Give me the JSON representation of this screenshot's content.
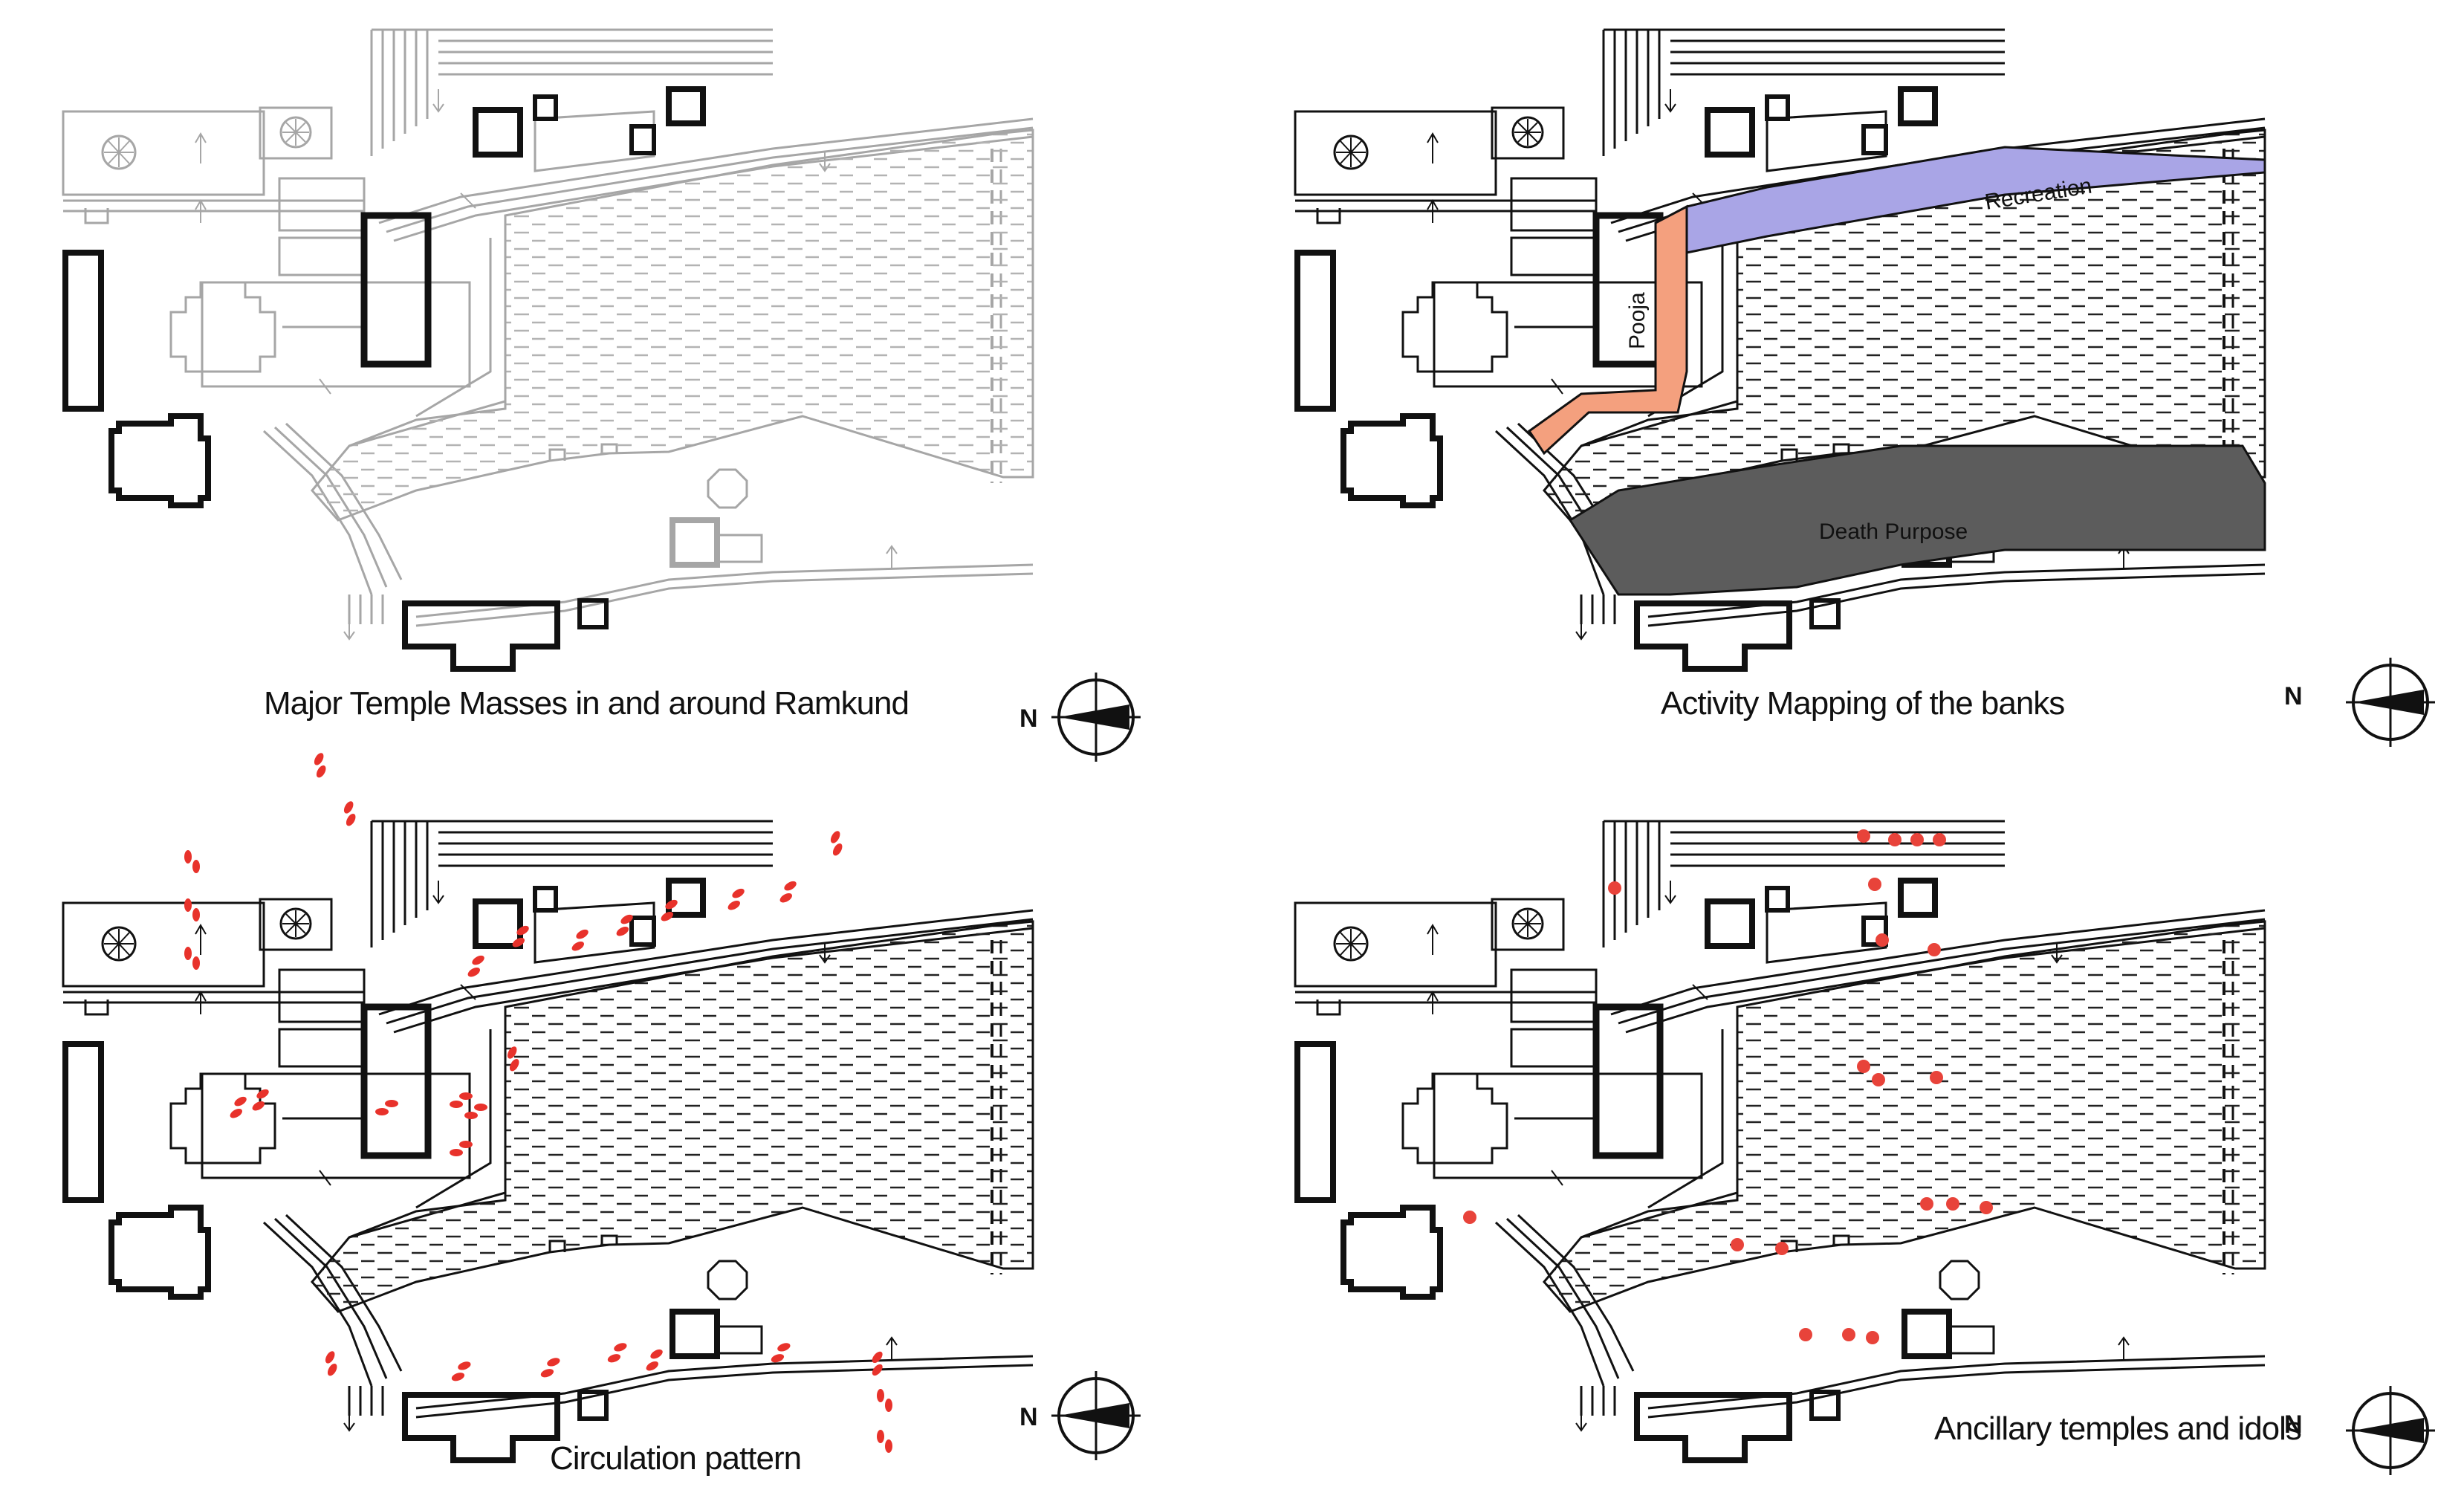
{
  "panels": [
    {
      "id": "temple-masses",
      "caption": "Major Temple Masses in and around Ramkund"
    },
    {
      "id": "activity-mapping",
      "caption": "Activity Mapping of the banks"
    },
    {
      "id": "circulation",
      "caption": "Circulation pattern"
    },
    {
      "id": "ancillary",
      "caption": "Ancillary temples and idols"
    }
  ],
  "compass": {
    "north_label": "N"
  },
  "activity_zones": [
    {
      "label": "Recreation",
      "color": "#a9a5e6"
    },
    {
      "label": "Pooja",
      "color": "#f4a07e"
    },
    {
      "label": "Death Purpose",
      "color": "#5c5c5c"
    }
  ],
  "colors": {
    "faded_plan": "#9a9a9a",
    "plan_line": "#111111",
    "footprint": "#e8322b",
    "idol_marker": "#e8433a"
  }
}
